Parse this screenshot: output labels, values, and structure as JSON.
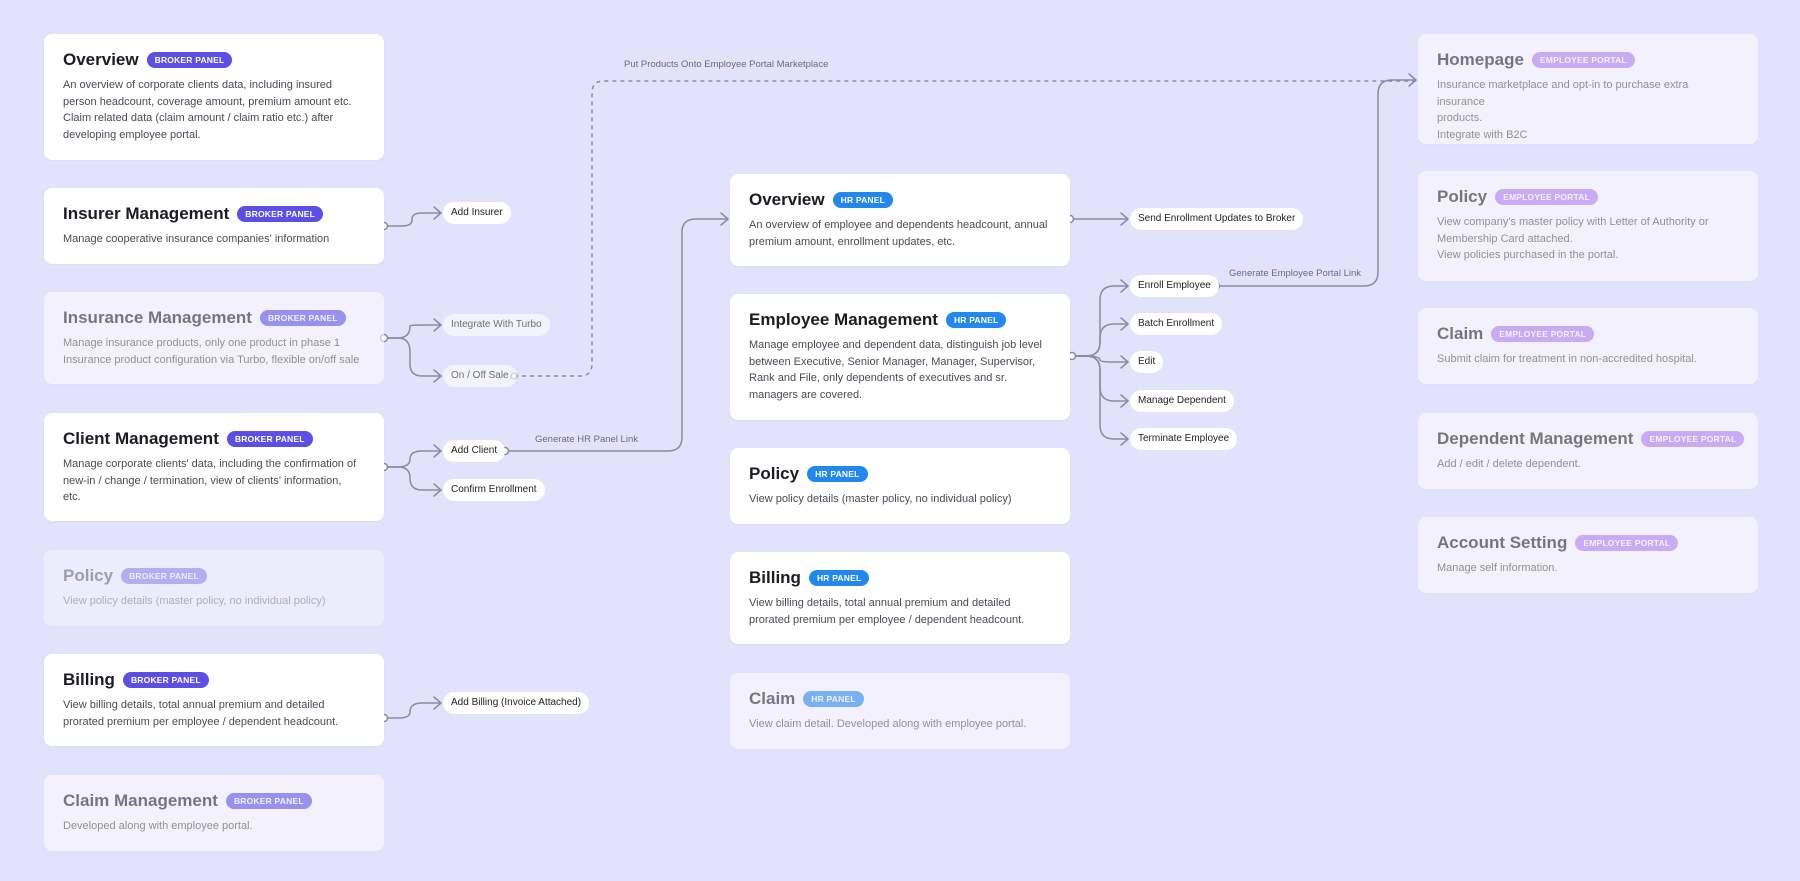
{
  "broker_cards": [
    {
      "title": "Overview",
      "badge": "BROKER PANEL",
      "desc": [
        "An overview of corporate clients data, including insured",
        "person headcount, coverage amount, premium amount etc.",
        "Claim related data (claim amount / claim ratio etc.) after",
        "developing employee portal."
      ]
    },
    {
      "title": "Insurer Management",
      "badge": "BROKER PANEL",
      "desc": [
        "Manage cooperative insurance companies' information"
      ]
    },
    {
      "title": "Insurance Management",
      "badge": "BROKER PANEL",
      "desc": [
        "Manage insurance products, only one product in phase 1",
        "Insurance product configuration via Turbo, flexible on/off sale"
      ]
    },
    {
      "title": "Client Management",
      "badge": "BROKER PANEL",
      "desc": [
        "Manage corporate clients' data, including the confirmation of",
        "new-in / change / termination, view of clients' information,",
        "etc."
      ]
    },
    {
      "title": "Policy",
      "badge": "BROKER PANEL",
      "desc": [
        "View policy details (master policy, no individual policy)"
      ]
    },
    {
      "title": "Billing",
      "badge": "BROKER PANEL",
      "desc": [
        "View billing details, total annual premium and detailed",
        "prorated premium per employee / dependent headcount."
      ]
    },
    {
      "title": "Claim Management",
      "badge": "BROKER PANEL",
      "desc": [
        "Developed along with employee portal."
      ]
    }
  ],
  "hr_cards": [
    {
      "title": "Overview",
      "badge": "HR PANEL",
      "desc": [
        "An overview of employee and dependents headcount, annual",
        "premium amount, enrollment updates, etc."
      ]
    },
    {
      "title": "Employee Management",
      "badge": "HR PANEL",
      "desc": [
        "Manage employee and dependent data, distinguish job level",
        "between Executive, Senior Manager, Manager, Supervisor,",
        "Rank and File, only dependents of executives and sr.",
        "managers are covered."
      ]
    },
    {
      "title": "Policy",
      "badge": "HR PANEL",
      "desc": [
        "View policy details (master policy, no individual policy)"
      ]
    },
    {
      "title": "Billing",
      "badge": "HR PANEL",
      "desc": [
        "View billing details, total annual premium and detailed",
        "prorated premium per employee / dependent headcount."
      ]
    },
    {
      "title": "Claim",
      "badge": "HR PANEL",
      "desc": [
        "View claim detail. Developed along with employee portal."
      ]
    }
  ],
  "portal_cards": [
    {
      "title": "Homepage",
      "badge": "EMPLOYEE PORTAL",
      "desc": [
        "Insurance marketplace and opt-in to purchase extra insurance",
        "products.",
        "Integrate with B2C"
      ]
    },
    {
      "title": "Policy",
      "badge": "EMPLOYEE PORTAL",
      "desc": [
        "View company's master policy with Letter of Authority or",
        "Membership Card attached.",
        "View policies purchased in the portal."
      ]
    },
    {
      "title": "Claim",
      "badge": "EMPLOYEE PORTAL",
      "desc": [
        "Submit claim for treatment in non-accredited hospital."
      ]
    },
    {
      "title": "Dependent Management",
      "badge": "EMPLOYEE PORTAL",
      "desc": [
        "Add / edit / delete dependent."
      ]
    },
    {
      "title": "Account Setting",
      "badge": "EMPLOYEE PORTAL",
      "desc": [
        "Manage self information."
      ]
    }
  ],
  "actions": {
    "add_insurer": "Add Insurer",
    "integrate_turbo": "Integrate With Turbo",
    "on_off_sale": "On / Off Sale",
    "add_client": "Add Client",
    "confirm_enrollment": "Confirm Enrollment",
    "add_billing": "Add Billing (Invoice Attached)",
    "send_enrollment": "Send Enrollment Updates to Broker",
    "enroll_employee": "Enroll Employee",
    "batch_enrollment": "Batch Enrollment",
    "edit": "Edit",
    "manage_dependent": "Manage Dependent",
    "terminate_employee": "Terminate Employee"
  },
  "links": {
    "put_products": "Put Products Onto Employee Portal Marketplace",
    "generate_hr": "Generate HR Panel Link",
    "generate_portal": "Generate Employee Portal Link"
  },
  "colors": {
    "background": "#e3e2fc",
    "broker_badge": "#5b4fe7",
    "hr_badge": "#2288ee",
    "portal_badge": "#b57ff0",
    "connector": "#8c8a9c"
  }
}
